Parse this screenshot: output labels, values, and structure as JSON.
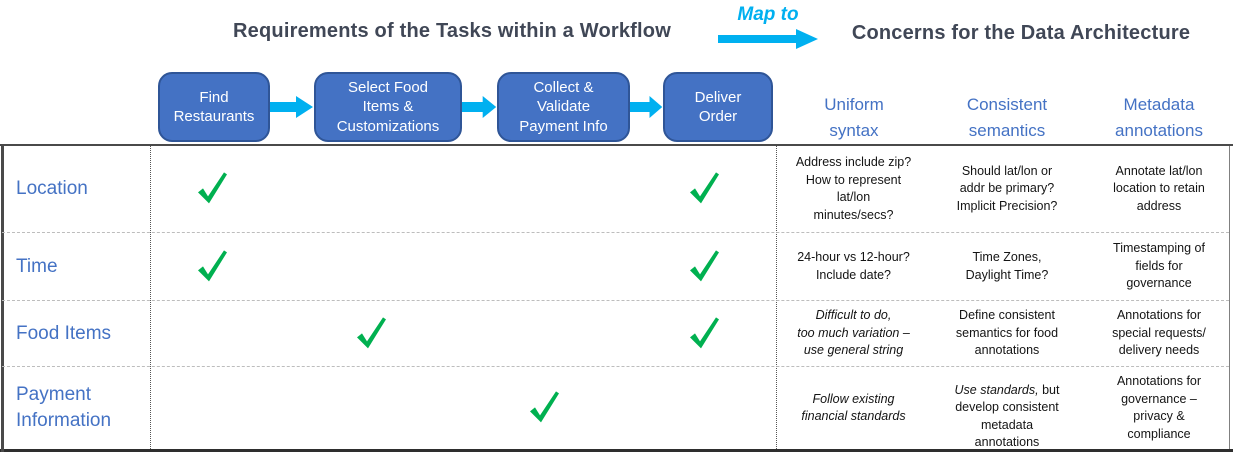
{
  "header": {
    "left_title": "Requirements of the Tasks within a Workflow",
    "map_to_label": "Map to",
    "right_title": "Concerns for the Data Architecture"
  },
  "workflow_steps": [
    {
      "label": "Find\nRestaurants"
    },
    {
      "label": "Select Food\nItems &\nCustomizations"
    },
    {
      "label": "Collect &\nValidate\nPayment Info"
    },
    {
      "label": "Deliver\nOrder"
    }
  ],
  "concern_columns": [
    {
      "label": "Uniform\nsyntax"
    },
    {
      "label": "Consistent\nsemantics"
    },
    {
      "label": "Metadata\nannotations"
    }
  ],
  "matrix": {
    "rows": [
      {
        "label": "Location",
        "checks": [
          "find-restaurants",
          "deliver-order"
        ],
        "uniform_syntax": "Address include zip?\nHow to represent\nlat/lon\nminutes/secs?",
        "consistent_semantics": "Should lat/lon or\naddr be primary?\nImplicit Precision?",
        "metadata_annotations": "Annotate lat/lon\nlocation to retain\naddress"
      },
      {
        "label": "Time",
        "checks": [
          "find-restaurants",
          "deliver-order"
        ],
        "uniform_syntax": "24-hour vs 12-hour?\nInclude date?",
        "consistent_semantics": "Time Zones,\nDaylight Time?",
        "metadata_annotations": "Timestamping of\nfields for\ngovernance"
      },
      {
        "label": "Food Items",
        "checks": [
          "select-food-items",
          "deliver-order"
        ],
        "uniform_syntax": "Difficult to do,\ntoo much variation –\nuse general string",
        "consistent_semantics": "Define consistent\nsemantics for food\nannotations",
        "metadata_annotations": "Annotations for\nspecial requests/\ndelivery needs"
      },
      {
        "label": "Payment\nInformation",
        "checks": [
          "collect-validate-payment"
        ],
        "uniform_syntax": "Follow existing\nfinancial standards",
        "consistent_semantics_lead": "Use standards,",
        "consistent_semantics_rest": " but\ndevelop consistent\nmetadata\nannotations",
        "metadata_annotations": "Annotations for\ngovernance –\nprivacy &\ncompliance"
      }
    ]
  },
  "icons": {
    "check": "green-checkmark",
    "flow_arrow": "cyan-right-arrow",
    "map_arrow": "cyan-right-arrow"
  },
  "colors": {
    "accent_blue": "#4472C4",
    "box_border": "#2F5597",
    "cyan": "#00B0F0",
    "check_green": "#00B050",
    "title_dark": "#404756"
  }
}
